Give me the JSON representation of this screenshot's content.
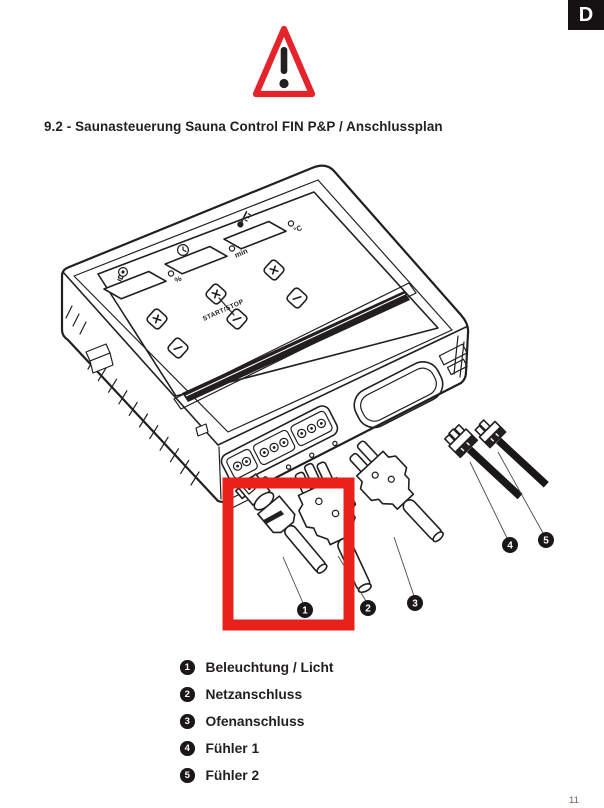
{
  "page": {
    "language_badge": "D",
    "page_number": "11"
  },
  "heading": {
    "text": "9.2 - Saunasteuerung Sauna Control FIN P&P / Anschlussplan"
  },
  "colors": {
    "accent_red": "#e8211b",
    "line_black": "#231f20"
  },
  "illustration": {
    "panel": {
      "start_stop": "START/STOP",
      "unit_percent": "%",
      "unit_minutes": "min",
      "unit_celsius": "°C"
    },
    "callouts": [
      "1",
      "2",
      "3",
      "4",
      "5"
    ]
  },
  "legend": {
    "items": [
      {
        "number": "1",
        "label": "Beleuchtung / Licht"
      },
      {
        "number": "2",
        "label": "Netzanschluss"
      },
      {
        "number": "3",
        "label": "Ofenanschluss"
      },
      {
        "number": "4",
        "label": "Fühler 1"
      },
      {
        "number": "5",
        "label": "Fühler 2"
      }
    ]
  }
}
